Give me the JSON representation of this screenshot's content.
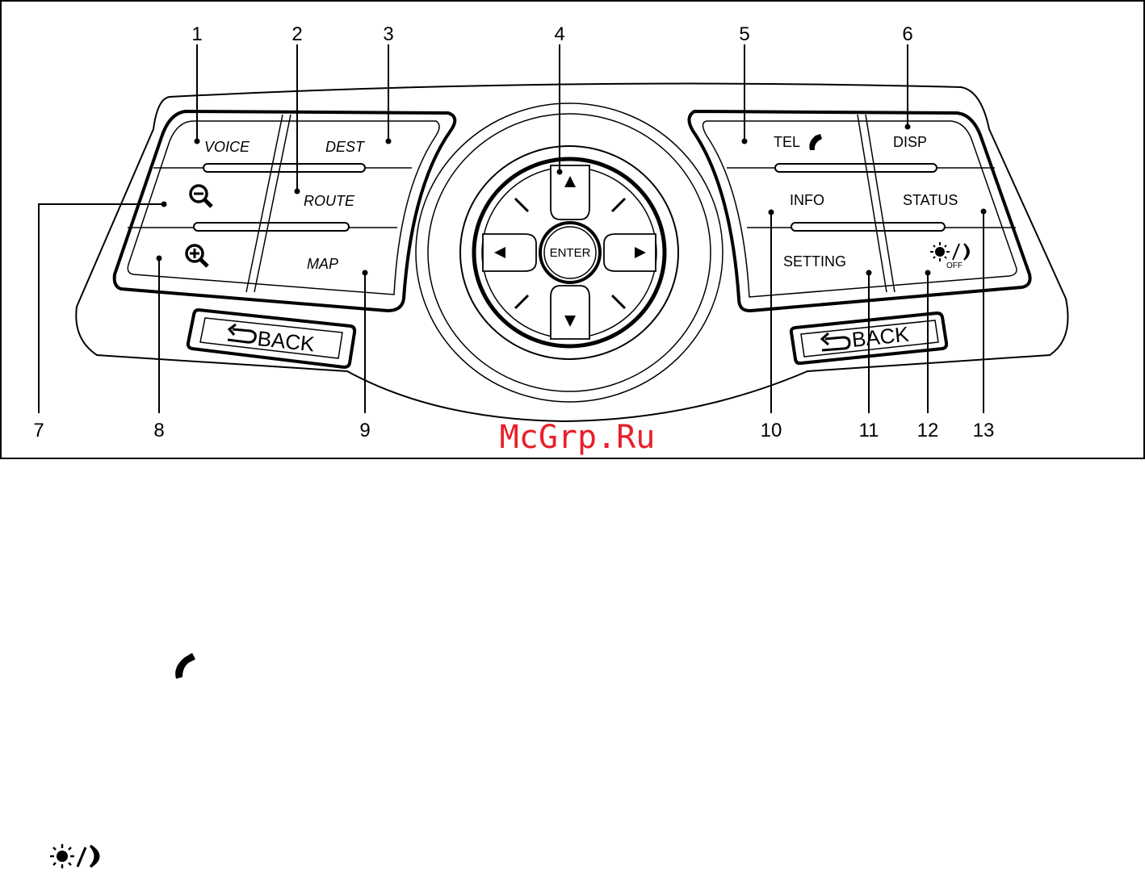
{
  "callouts": {
    "n1": "1",
    "n2": "2",
    "n3": "3",
    "n4": "4",
    "n5": "5",
    "n6": "6",
    "n7": "7",
    "n8": "8",
    "n9": "9",
    "n10": "10",
    "n11": "11",
    "n12": "12",
    "n13": "13"
  },
  "buttons": {
    "voice": "VOICE",
    "dest": "DEST",
    "route": "ROUTE",
    "map": "MAP",
    "back_left": "BACK",
    "enter": "ENTER",
    "tel": "TEL",
    "disp": "DISP",
    "info": "INFO",
    "status": "STATUS",
    "setting": "SETTING",
    "back_right": "BACK",
    "daynight_off": "OFF"
  },
  "icons": {
    "zoom_out": "zoom-out-icon",
    "zoom_in": "zoom-in-icon",
    "phone": "phone-icon",
    "day_night": "day-night-icon",
    "back_arrow": "back-arrow-icon",
    "up_arrow": "up-arrow-icon",
    "down_arrow": "down-arrow-icon",
    "left_arrow": "left-arrow-icon",
    "right_arrow": "right-arrow-icon"
  },
  "watermark": "McGrp.Ru",
  "watermark_color": "#e8202a"
}
